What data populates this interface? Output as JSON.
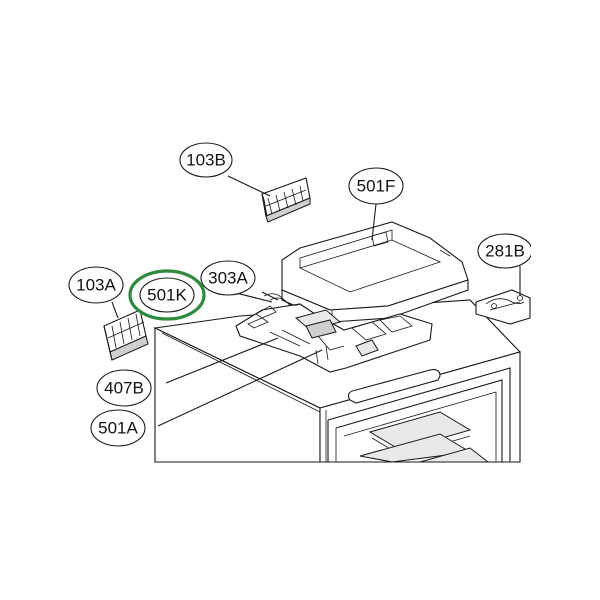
{
  "callouts": {
    "c103b": "103B",
    "c501f": "501F",
    "c281b": "281B",
    "c103a": "103A",
    "c501k": "501K",
    "c303a": "303A",
    "c407b": "407B",
    "c501a": "501A"
  },
  "colors": {
    "highlight_ring": "#2e8b3e",
    "line": "#1a1a1a"
  }
}
